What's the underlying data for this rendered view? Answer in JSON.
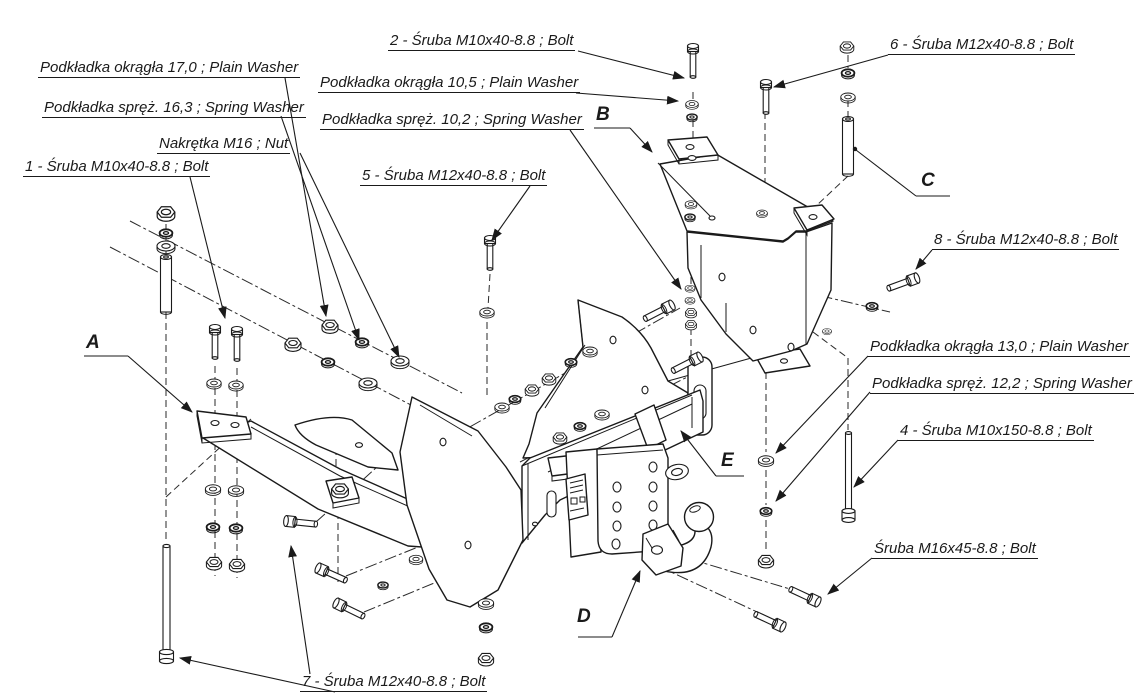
{
  "diagram": {
    "type": "exploded-assembly-drawing",
    "subject": "tow hitch mounting kit",
    "colors": {
      "line": "#1a1a1a",
      "background": "#ffffff"
    },
    "callouts": {
      "plain_washer_17": "Podkładka okrągła 17,0 ;  Plain Washer",
      "spring_washer_16": "Podkładka spręż. 16,3 ; Spring Washer",
      "nut_m16": "Nakrętka  M16 ; Nut",
      "bolt_1": "1 - Śruba M10x40-8.8 ;  Bolt",
      "bolt_2": "2 - Śruba M10x40-8.8 ;  Bolt",
      "plain_washer_10": "Podkładka okrągła 10,5 ;  Plain Washer",
      "spring_washer_10": "Podkładka spręż. 10,2 ; Spring Washer",
      "bolt_5": "5 - Śruba M12x40-8.8 ;  Bolt",
      "bolt_6": "6 - Śruba M12x40-8.8 ;  Bolt",
      "bolt_8": "8 - Śruba M12x40-8.8 ;  Bolt",
      "plain_washer_13": "Podkładka okrągła 13,0 ;  Plain Washer",
      "spring_washer_12": "Podkładka spręż. 12,2 ; Spring Washer",
      "bolt_4": "4 - Śruba M10x150-8.8 ;  Bolt",
      "bolt_m16": "Śruba M16x45-8.8 ;  Bolt",
      "bolt_7": "7 - Śruba M12x40-8.8 ;  Bolt"
    },
    "part_letters": {
      "a": "A",
      "b": "B",
      "c": "C",
      "d": "D",
      "e": "E"
    }
  }
}
